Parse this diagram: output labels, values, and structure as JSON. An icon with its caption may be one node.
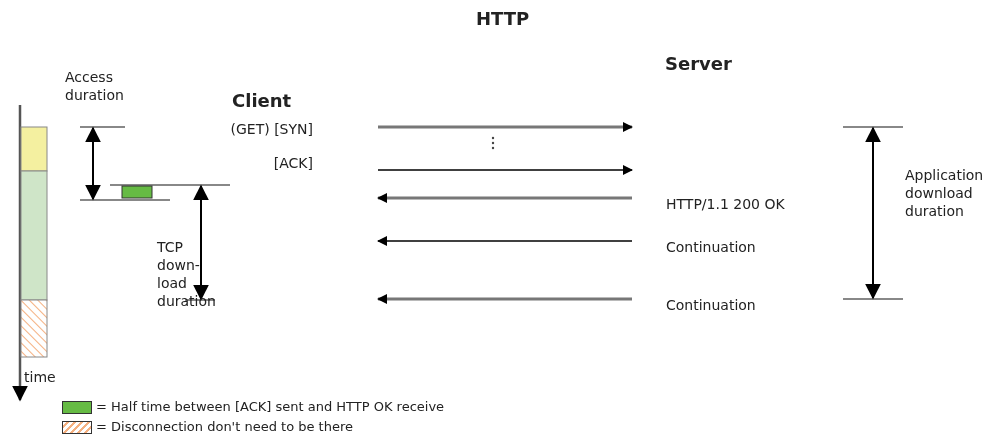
{
  "diagram": {
    "title": "HTTP",
    "labels": [
      "Server",
      "Access duration",
      "Client",
      "(GET) [SYN]",
      "[ACK]",
      "Application download duration",
      "HTTP/1.1 200 OK",
      "Continuation",
      "TCP down-load duration",
      "Continuation",
      "time"
    ],
    "legend": [
      {
        "text": "= Half time between [ACK] sent and HTTP OK receive",
        "color": "#66bb44"
      },
      {
        "text": "= Disconnection don't need to be there"
      }
    ]
  }
}
